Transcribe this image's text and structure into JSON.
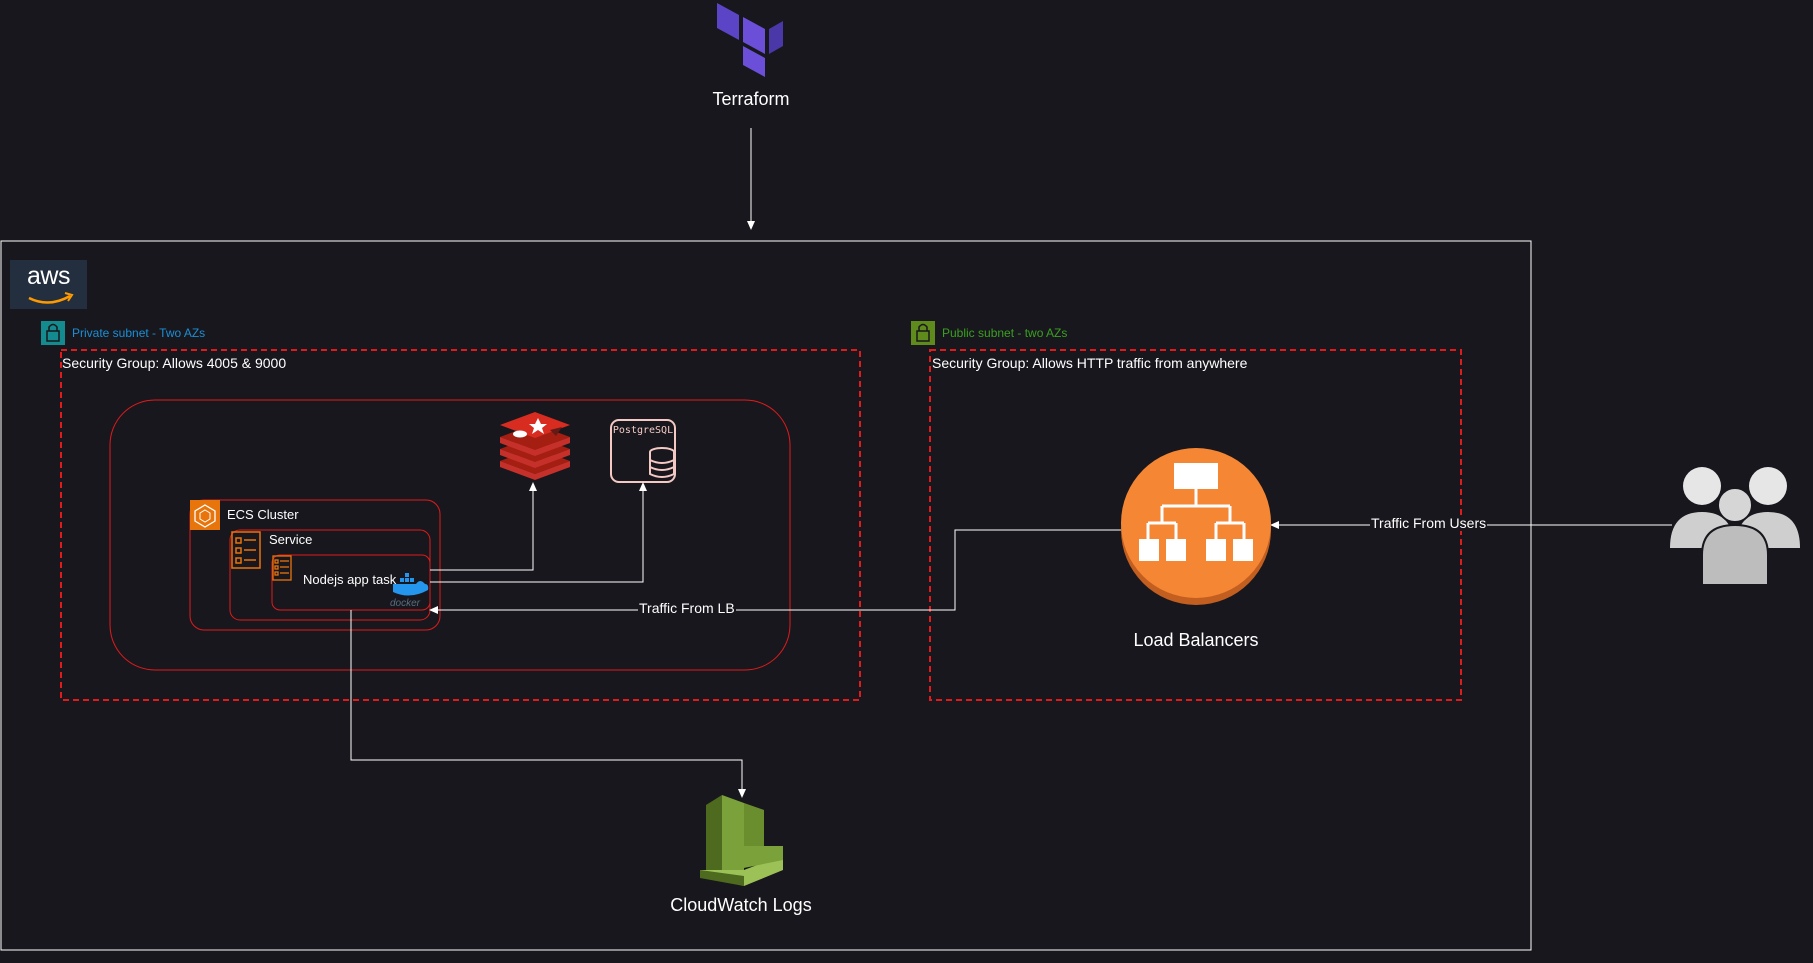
{
  "terraform": {
    "label": "Terraform"
  },
  "aws": {
    "logo_text": "aws"
  },
  "private_subnet": {
    "label": "Private subnet - Two AZs",
    "color": "#1a8fd6"
  },
  "public_subnet": {
    "label": "Public subnet - two AZs",
    "color": "#3aa021"
  },
  "private_sg": {
    "label": "Security Group: Allows 4005 & 9000"
  },
  "public_sg": {
    "label": "Security Group: Allows HTTP traffic from anywhere"
  },
  "ecs": {
    "cluster_label": "ECS Cluster",
    "service_label": "Service",
    "task_label": "Nodejs app task",
    "docker_text": "docker"
  },
  "postgres": {
    "label": "PostgreSQL"
  },
  "load_balancer": {
    "label": "Load Balancers"
  },
  "cloudwatch": {
    "label": "CloudWatch Logs"
  },
  "edges": {
    "traffic_from_users": "Traffic From Users",
    "traffic_from_lb": "Traffic From LB"
  },
  "colors": {
    "background": "#18171d",
    "sg_border": "#e01b1b",
    "ecs_orange": "#e8740c",
    "lb_orange": "#f58634",
    "redis_red": "#c6302b",
    "terraform_purple": "#6b4fd8",
    "cloudwatch_green": "#7aa13a"
  }
}
